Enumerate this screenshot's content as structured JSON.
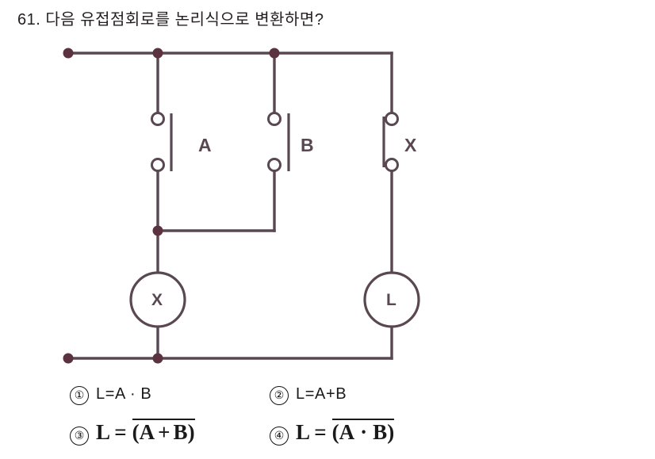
{
  "question": {
    "number": "61.",
    "text": "61. 다음 유접점회로를 논리식으로 변환하면?"
  },
  "circuit": {
    "type": "relay-ladder-contact-circuit",
    "colors": {
      "wire": "#594851",
      "node": "#5b3340",
      "text": "#594851"
    },
    "contacts": [
      {
        "id": "a",
        "label": "A",
        "kind": "normally-open",
        "bar_side": "right"
      },
      {
        "id": "b",
        "label": "B",
        "kind": "normally-open",
        "bar_side": "right"
      },
      {
        "id": "x",
        "label": "X",
        "kind": "normally-closed",
        "bar_side": "left"
      }
    ],
    "devices": [
      {
        "id": "coil-x",
        "label": "X",
        "kind": "relay-coil"
      },
      {
        "id": "lamp-l",
        "label": "L",
        "kind": "lamp"
      }
    ],
    "terminals": [
      {
        "id": "top-left-terminal"
      },
      {
        "id": "bottom-left-terminal"
      }
    ]
  },
  "choices": [
    {
      "num": "①",
      "id": "choice-1",
      "style": "plain",
      "text": "L=A · B"
    },
    {
      "num": "②",
      "id": "choice-2",
      "style": "plain",
      "text": "L=A+B"
    },
    {
      "num": "③",
      "id": "choice-3",
      "style": "math",
      "lhs": "L =",
      "open": "(",
      "left": "A",
      "op": "+",
      "right": "B",
      "close": ")",
      "overline": true
    },
    {
      "num": "④",
      "id": "choice-4",
      "style": "math",
      "lhs": "L =",
      "open": "(",
      "left": "A",
      "op": "·",
      "right": "B",
      "close": ")",
      "overline": true
    }
  ]
}
